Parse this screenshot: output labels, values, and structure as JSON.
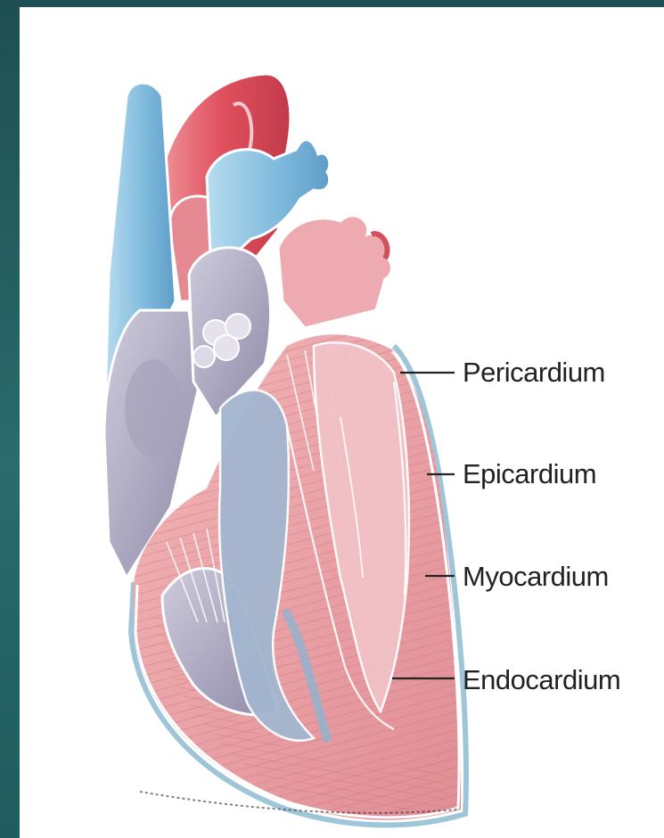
{
  "slide": {
    "background_color": "#1f5a5c",
    "panel_color": "#ffffff"
  },
  "diagram": {
    "labels": {
      "pericardium": "Pericardium",
      "epicardium": "Epicardium",
      "myocardium": "Myocardium",
      "endocardium": "Endocardium"
    },
    "colors": {
      "myocardium": "#e9a3a6",
      "muscle_striation": "#c96c74",
      "aorta": "#e35f6a",
      "vein": "#8fc4e1",
      "chamber": "#b4b0c4",
      "leader_line": "#222222"
    }
  }
}
